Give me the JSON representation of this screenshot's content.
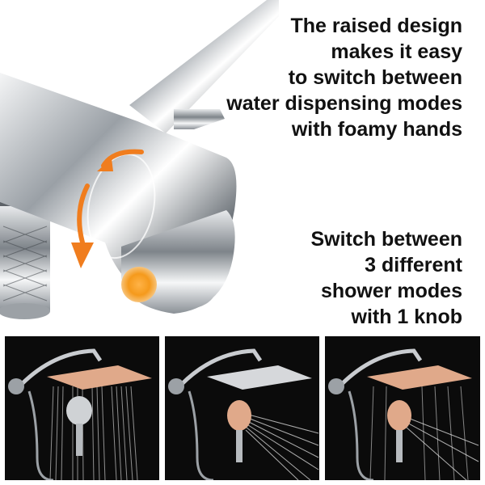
{
  "caption_top": {
    "lines": [
      "The raised design",
      "makes it easy",
      "to switch between",
      "water dispensing modes",
      "with foamy hands"
    ]
  },
  "caption_bottom": {
    "lines": [
      "Switch between",
      "3 different",
      "shower modes",
      "with 1 knob"
    ]
  },
  "colors": {
    "accent_orange": "#f07d1e",
    "copper_head": "#e0a98a",
    "chrome": "#c9ccd0",
    "panel_background": "#0b0b0b"
  },
  "panels": [
    {
      "mode": "rain-shower-only"
    },
    {
      "mode": "handheld-spray-only"
    },
    {
      "mode": "both-rain-and-handheld"
    }
  ]
}
